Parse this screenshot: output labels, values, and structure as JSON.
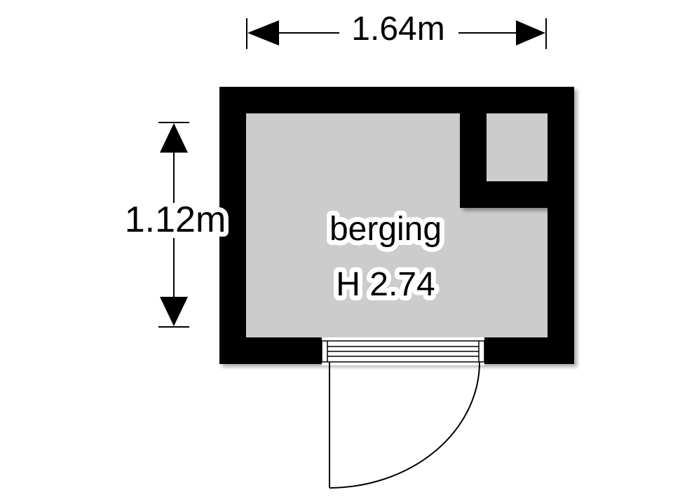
{
  "plan": {
    "dimension_width": "1.64m",
    "dimension_height": "1.12m",
    "room_name": "berging",
    "room_height": "H 2.74"
  },
  "colors": {
    "wall": "#000000",
    "floor": "#cccccc",
    "background": "#ffffff",
    "text": "#000000",
    "text_halo": "#ffffff"
  }
}
